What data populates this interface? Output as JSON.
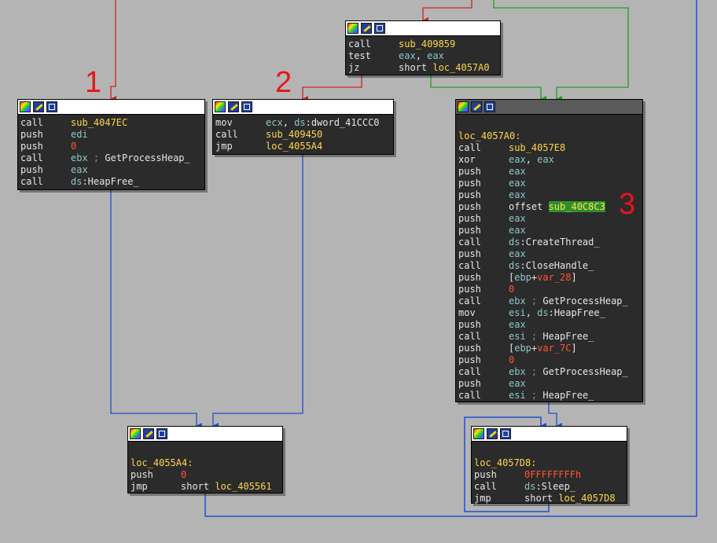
{
  "annotations": [
    "1",
    "2",
    "3"
  ],
  "colors": {
    "background": "#b4b4b4",
    "node_bg": "#2b2b2b",
    "edge_red": "#d02020",
    "edge_green": "#20a020",
    "edge_blue": "#1f4fd0",
    "annotation": "#e8141a"
  },
  "header_icons": [
    "color-palette-icon",
    "rename-pencil-icon",
    "graph-overview-icon"
  ],
  "nodes": {
    "top": {
      "lines": [
        {
          "mn": "call",
          "ops": [
            {
              "t": "sub_409859",
              "c": "yellow"
            }
          ]
        },
        {
          "mn": "test",
          "ops": [
            {
              "t": "eax",
              "c": "teal"
            },
            {
              "t": ", ",
              "c": ""
            },
            {
              "t": "eax",
              "c": "teal"
            }
          ]
        },
        {
          "mn": "jz",
          "ops": [
            {
              "t": "short ",
              "c": ""
            },
            {
              "t": "loc_4057A0",
              "c": "yellow"
            }
          ]
        }
      ]
    },
    "node1": {
      "lines": [
        {
          "mn": "call",
          "ops": [
            {
              "t": "sub_4047EC",
              "c": "yellow"
            }
          ]
        },
        {
          "mn": "push",
          "ops": [
            {
              "t": "edi",
              "c": "teal"
            }
          ]
        },
        {
          "mn": "push",
          "ops": [
            {
              "t": "0",
              "c": "red"
            }
          ]
        },
        {
          "mn": "call",
          "ops": [
            {
              "t": "ebx",
              "c": "teal"
            },
            {
              "t": " ; ",
              "c": "comment"
            },
            {
              "t": "GetProcessHeap_",
              "c": "sym"
            }
          ]
        },
        {
          "mn": "push",
          "ops": [
            {
              "t": "eax",
              "c": "teal"
            }
          ]
        },
        {
          "mn": "call",
          "ops": [
            {
              "t": "ds",
              "c": "teal"
            },
            {
              "t": ":HeapFree_",
              "c": "sym"
            }
          ]
        }
      ]
    },
    "node2": {
      "lines": [
        {
          "mn": "mov",
          "ops": [
            {
              "t": "ecx",
              "c": "teal"
            },
            {
              "t": ", ",
              "c": ""
            },
            {
              "t": "ds",
              "c": "teal"
            },
            {
              "t": ":dword_41CCC0",
              "c": "sym"
            }
          ]
        },
        {
          "mn": "call",
          "ops": [
            {
              "t": "sub_409450",
              "c": "yellow"
            }
          ]
        },
        {
          "mn": "jmp",
          "ops": [
            {
              "t": "loc_4055A4",
              "c": "yellow"
            }
          ]
        }
      ]
    },
    "node3": {
      "label": "loc_4057A0:",
      "lines": [
        {
          "mn": "call",
          "ops": [
            {
              "t": "sub_4057E8",
              "c": "yellow"
            }
          ]
        },
        {
          "mn": "xor",
          "ops": [
            {
              "t": "eax",
              "c": "teal"
            },
            {
              "t": ", ",
              "c": ""
            },
            {
              "t": "eax",
              "c": "teal"
            }
          ]
        },
        {
          "mn": "push",
          "ops": [
            {
              "t": "eax",
              "c": "teal"
            }
          ]
        },
        {
          "mn": "push",
          "ops": [
            {
              "t": "eax",
              "c": "teal"
            }
          ]
        },
        {
          "mn": "push",
          "ops": [
            {
              "t": "eax",
              "c": "teal"
            }
          ]
        },
        {
          "mn": "push",
          "ops": [
            {
              "t": "offset ",
              "c": ""
            },
            {
              "t": "sub_40C8C3",
              "c": "hl"
            }
          ]
        },
        {
          "mn": "push",
          "ops": [
            {
              "t": "eax",
              "c": "teal"
            }
          ]
        },
        {
          "mn": "push",
          "ops": [
            {
              "t": "eax",
              "c": "teal"
            }
          ]
        },
        {
          "mn": "call",
          "ops": [
            {
              "t": "ds",
              "c": "teal"
            },
            {
              "t": ":CreateThread_",
              "c": "sym"
            }
          ]
        },
        {
          "mn": "push",
          "ops": [
            {
              "t": "eax",
              "c": "teal"
            }
          ]
        },
        {
          "mn": "call",
          "ops": [
            {
              "t": "ds",
              "c": "teal"
            },
            {
              "t": ":CloseHandle_",
              "c": "sym"
            }
          ]
        },
        {
          "mn": "push",
          "ops": [
            {
              "t": "[",
              "c": ""
            },
            {
              "t": "ebp",
              "c": "teal"
            },
            {
              "t": "+",
              "c": ""
            },
            {
              "t": "var_28",
              "c": "red"
            },
            {
              "t": "]",
              "c": ""
            }
          ]
        },
        {
          "mn": "push",
          "ops": [
            {
              "t": "0",
              "c": "red"
            }
          ]
        },
        {
          "mn": "call",
          "ops": [
            {
              "t": "ebx",
              "c": "teal"
            },
            {
              "t": " ; ",
              "c": "comment"
            },
            {
              "t": "GetProcessHeap_",
              "c": "sym"
            }
          ]
        },
        {
          "mn": "mov",
          "ops": [
            {
              "t": "esi",
              "c": "teal"
            },
            {
              "t": ", ",
              "c": ""
            },
            {
              "t": "ds",
              "c": "teal"
            },
            {
              "t": ":HeapFree_",
              "c": "sym"
            }
          ]
        },
        {
          "mn": "push",
          "ops": [
            {
              "t": "eax",
              "c": "teal"
            }
          ]
        },
        {
          "mn": "call",
          "ops": [
            {
              "t": "esi",
              "c": "teal"
            },
            {
              "t": " ; ",
              "c": "comment"
            },
            {
              "t": "HeapFree_",
              "c": "sym"
            }
          ]
        },
        {
          "mn": "push",
          "ops": [
            {
              "t": "[",
              "c": ""
            },
            {
              "t": "ebp",
              "c": "teal"
            },
            {
              "t": "+",
              "c": ""
            },
            {
              "t": "var_7C",
              "c": "red"
            },
            {
              "t": "]",
              "c": ""
            }
          ]
        },
        {
          "mn": "push",
          "ops": [
            {
              "t": "0",
              "c": "red"
            }
          ]
        },
        {
          "mn": "call",
          "ops": [
            {
              "t": "ebx",
              "c": "teal"
            },
            {
              "t": " ; ",
              "c": "comment"
            },
            {
              "t": "GetProcessHeap_",
              "c": "sym"
            }
          ]
        },
        {
          "mn": "push",
          "ops": [
            {
              "t": "eax",
              "c": "teal"
            }
          ]
        },
        {
          "mn": "call",
          "ops": [
            {
              "t": "esi",
              "c": "teal"
            },
            {
              "t": " ; ",
              "c": "comment"
            },
            {
              "t": "HeapFree_",
              "c": "sym"
            }
          ]
        }
      ]
    },
    "node4": {
      "label": "loc_4055A4:",
      "lines": [
        {
          "mn": "push",
          "ops": [
            {
              "t": "0",
              "c": "red"
            }
          ]
        },
        {
          "mn": "jmp",
          "ops": [
            {
              "t": "short ",
              "c": ""
            },
            {
              "t": "loc_405561",
              "c": "yellow"
            }
          ]
        }
      ]
    },
    "node5": {
      "label": "loc_4057D8:",
      "lines": [
        {
          "mn": "push",
          "ops": [
            {
              "t": "0FFFFFFFFh",
              "c": "red"
            }
          ]
        },
        {
          "mn": "call",
          "ops": [
            {
              "t": "ds",
              "c": "teal"
            },
            {
              "t": ":Sleep_",
              "c": "sym"
            }
          ]
        },
        {
          "mn": "jmp",
          "ops": [
            {
              "t": "short ",
              "c": ""
            },
            {
              "t": "loc_4057D8",
              "c": "yellow"
            }
          ]
        }
      ]
    }
  }
}
